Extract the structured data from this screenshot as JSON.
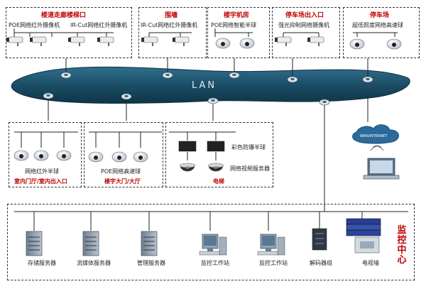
{
  "network": {
    "lan_label": "LAN",
    "wan_label": "WAN/INTERNET"
  },
  "groups": {
    "corridor": {
      "title": "楼道走廊楼梯口",
      "label1": "POE网络红外摄像机",
      "label2": "IR-Cut网络红外摄像机"
    },
    "perimeter": {
      "title": "围墙",
      "label1": "IR-Cut网络红外摄像机"
    },
    "machine_room": {
      "title": "楼宇机房",
      "label1": "POE网络智能半球"
    },
    "parking_entrance": {
      "title": "停车场出入口",
      "label1": "强光抑制网络摄像机"
    },
    "parking": {
      "title": "停车场",
      "label1": "超低照度网络高速球"
    },
    "indoor_door": {
      "title": "室内门厅/室内出入口",
      "label1": "网络红外半球"
    },
    "lobby": {
      "title": "楼宇大门/大厅",
      "label1": "POE网络高速球"
    },
    "elevator": {
      "title": "电梯",
      "label1": "网络视频服务器",
      "label2": "彩色防爆半球"
    }
  },
  "monitor_center": {
    "title": "监控中心",
    "devices": [
      "存储服务器",
      "流媒体服务器",
      "管理服务器",
      "监控工作站",
      "监控工作站",
      "解码器组",
      "电视墙"
    ]
  }
}
